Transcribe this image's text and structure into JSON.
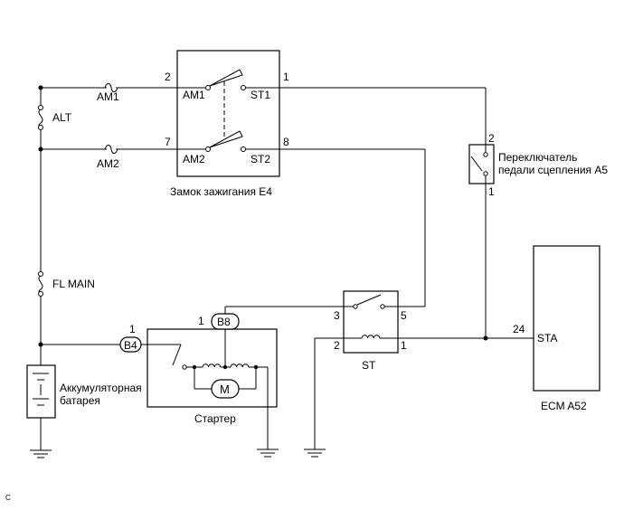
{
  "diagram": {
    "fuses": {
      "am1": "AM1",
      "am2": "AM2",
      "alt": "ALT",
      "fl_main": "FL MAIN"
    },
    "ignition_switch": {
      "title": "Замок зажигания E4",
      "am1": "AM1",
      "am2": "AM2",
      "st1": "ST1",
      "st2": "ST2",
      "pin_am1": "2",
      "pin_am2": "7",
      "pin_st1": "1",
      "pin_st2": "8"
    },
    "clutch_switch": {
      "title_line1": "Переключатель",
      "title_line2": "педали сцепления A5",
      "pin_top": "2",
      "pin_bottom": "1"
    },
    "relay": {
      "title": "ST",
      "pin3": "3",
      "pin5": "5",
      "pin2": "2",
      "pin1": "1"
    },
    "starter": {
      "title": "Стартер",
      "connector_b4": "B4",
      "connector_b8": "B8",
      "pin_b4": "1",
      "pin_b8": "1",
      "motor": "M"
    },
    "battery": {
      "line1": "Аккумуляторная",
      "line2": "батарея"
    },
    "ecm": {
      "title": "ECM A52",
      "pin": "24",
      "terminal": "STA"
    },
    "corner_mark": "C"
  }
}
